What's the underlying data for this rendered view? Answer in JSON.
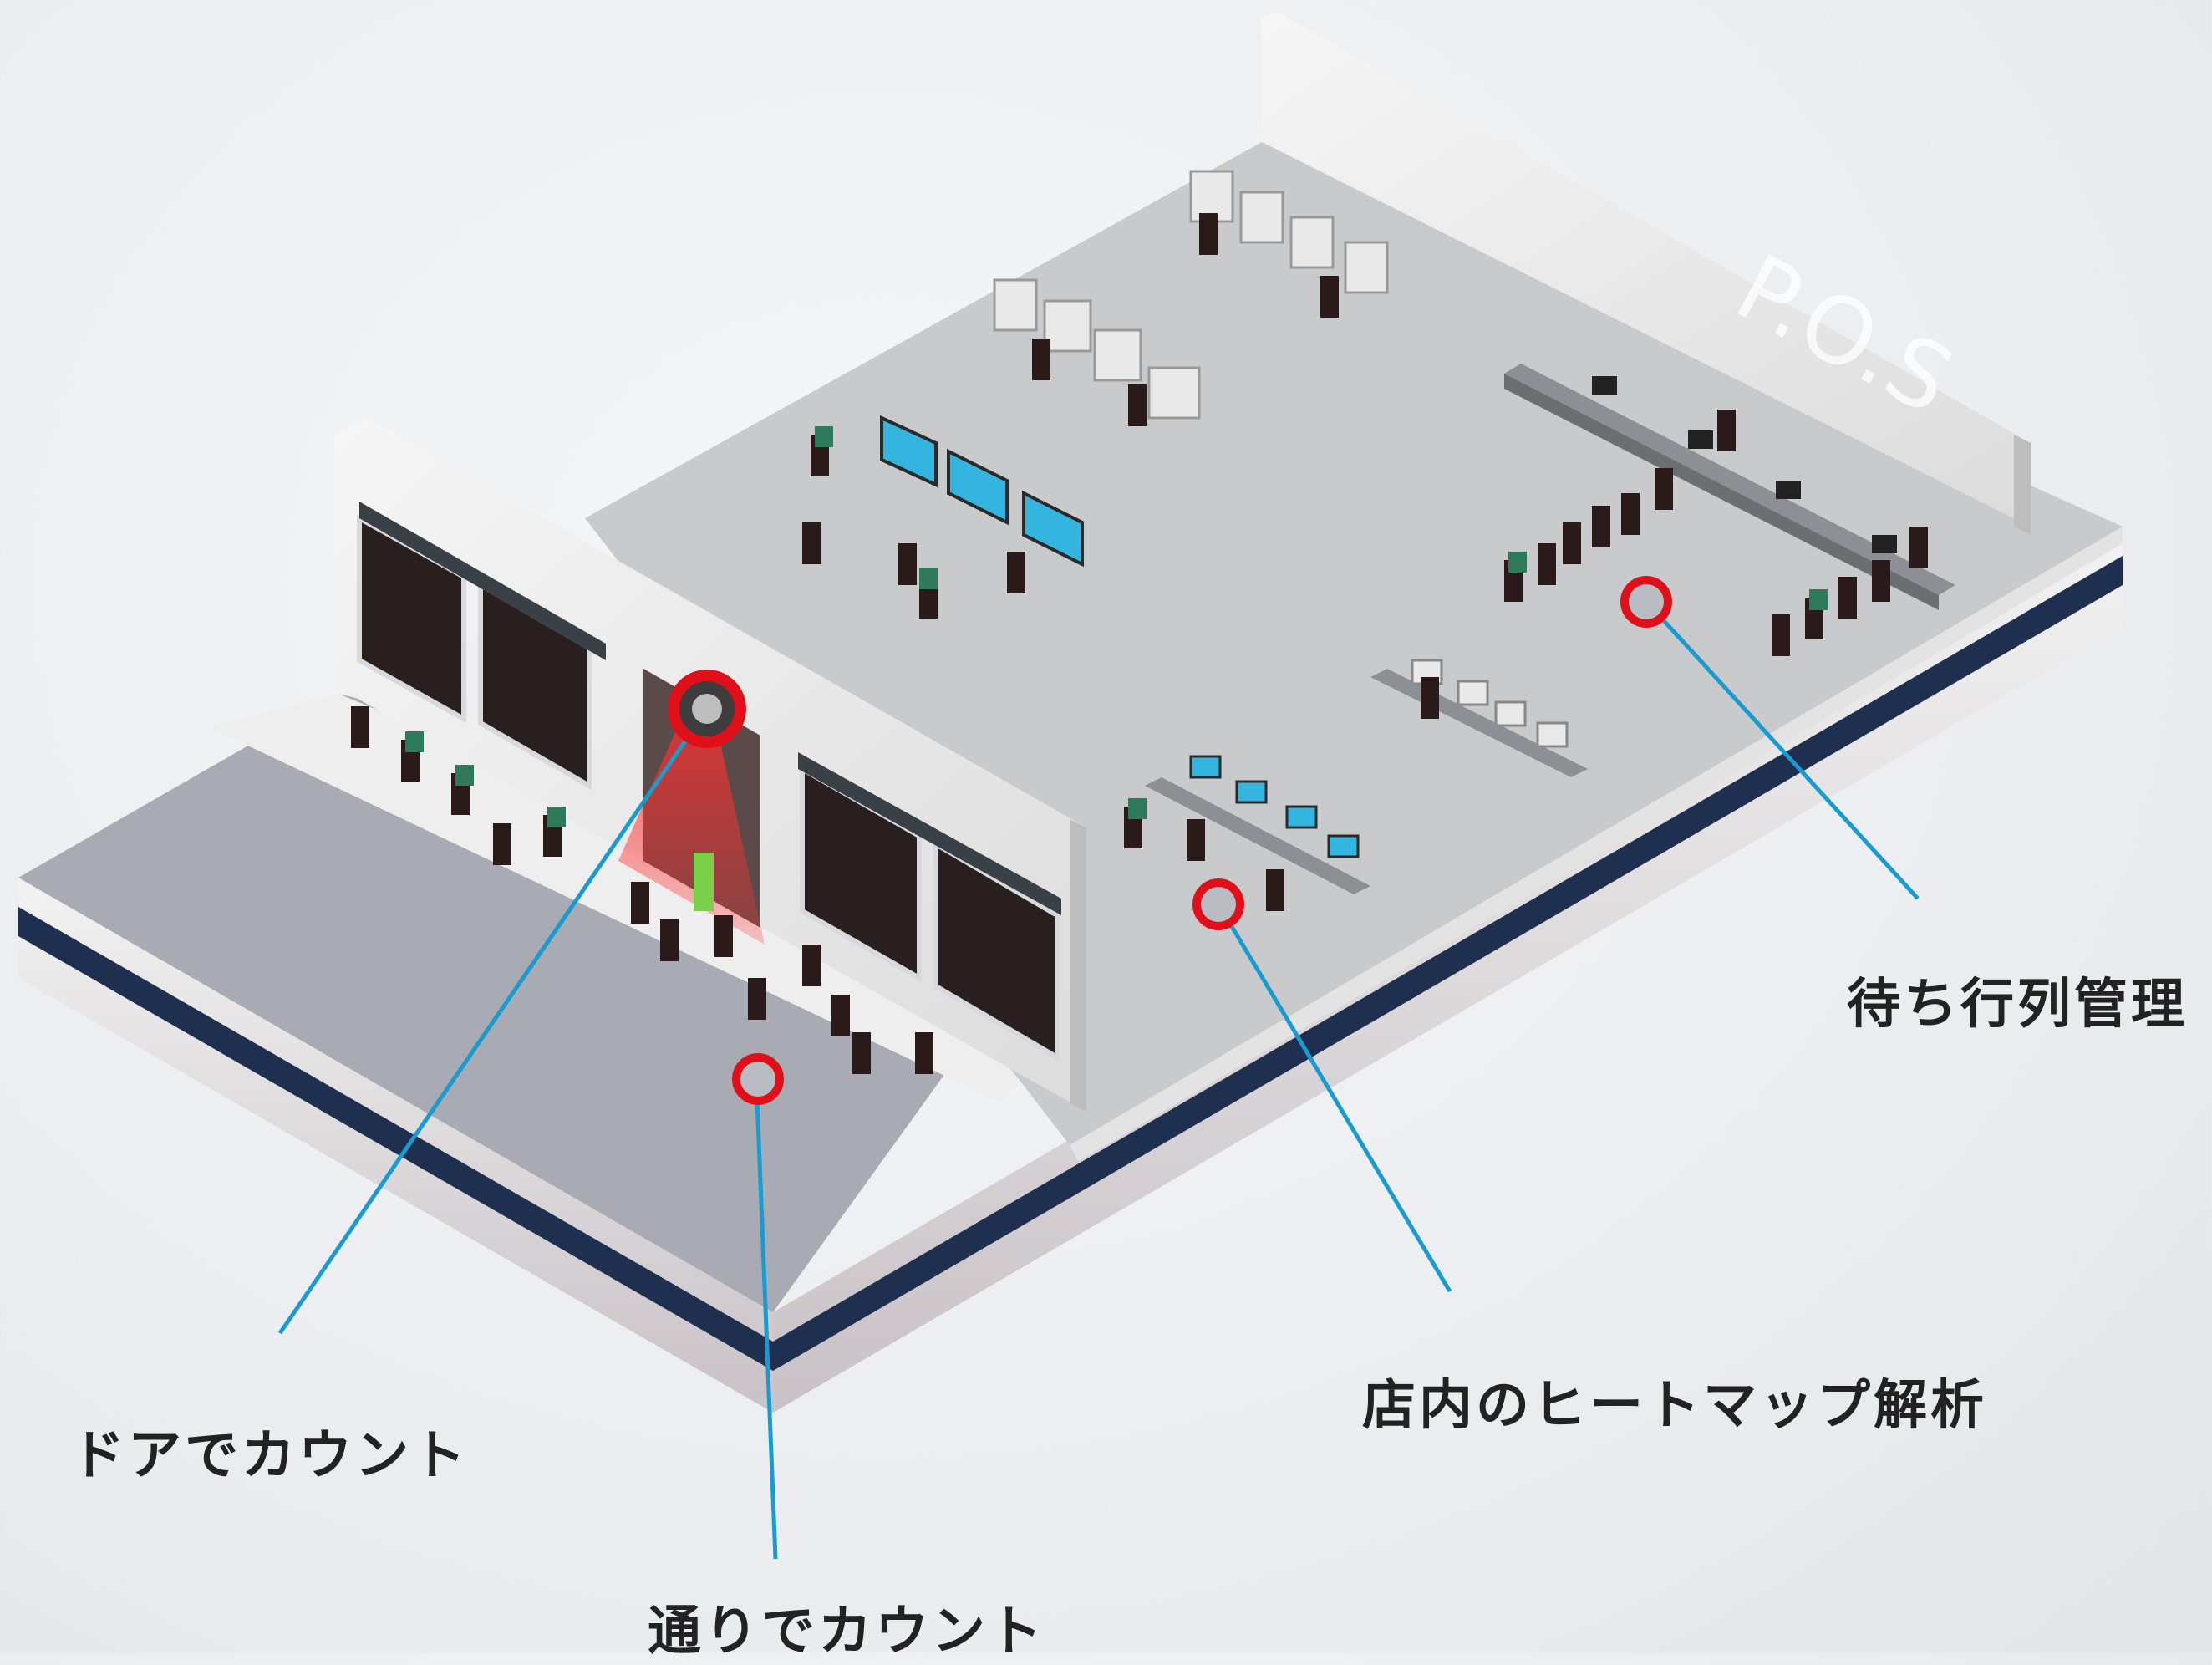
{
  "sign": {
    "pos": "P.O.S"
  },
  "labels": {
    "queue": "待ち行列管理",
    "heatmap": "店内のヒートマップ解析",
    "door": "ドアでカウント",
    "street": "通りでカウント"
  },
  "colors": {
    "callout_line": "#1a9bd0",
    "marker_ring": "#e0101a",
    "floor": "#c9cacc",
    "base_stripe": "#1e2f4f"
  }
}
